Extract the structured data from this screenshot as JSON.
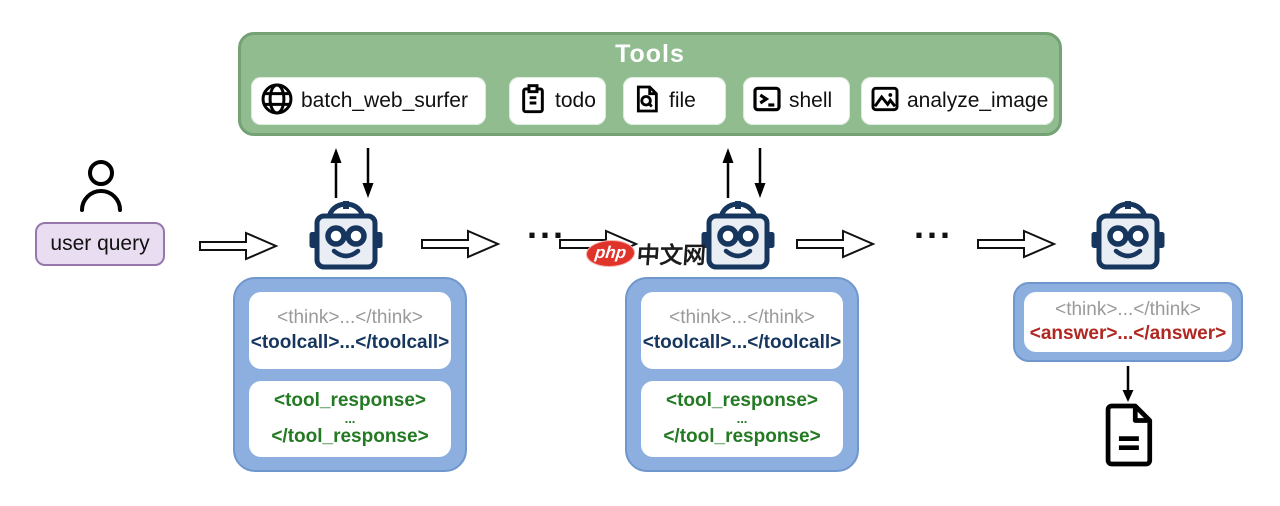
{
  "tools_panel": {
    "title": "Tools",
    "items": [
      {
        "label": "batch_web_surfer",
        "icon": "globe-icon"
      },
      {
        "label": "todo",
        "icon": "clipboard-icon"
      },
      {
        "label": "file",
        "icon": "file-search-icon"
      },
      {
        "label": "shell",
        "icon": "terminal-icon"
      },
      {
        "label": "analyze_image",
        "icon": "image-icon"
      }
    ]
  },
  "user": {
    "query_label": "user query"
  },
  "flow": {
    "ellipsis": "..."
  },
  "agent_box": {
    "think": "<think>...</think>",
    "toolcall": "<toolcall>...</toolcall>",
    "tool_response": {
      "open": "<tool_response>",
      "dots": "...",
      "close": "</tool_response>"
    }
  },
  "final_box": {
    "think": "<think>...</think>",
    "answer": "<answer>...</answer>"
  },
  "watermark": {
    "badge": "php",
    "text": "中文网"
  },
  "colors": {
    "tools_bg": "#90bc90",
    "tools_border": "#74a274",
    "agent_box_bg": "#8cafdf",
    "user_box_bg": "#e9def1",
    "user_box_border": "#9577ac",
    "robot_navy": "#17365e",
    "think_gray": "#9a9a9a",
    "toolcall_navy": "#17365e",
    "tool_response_green": "#237a23",
    "answer_red": "#b02722"
  }
}
